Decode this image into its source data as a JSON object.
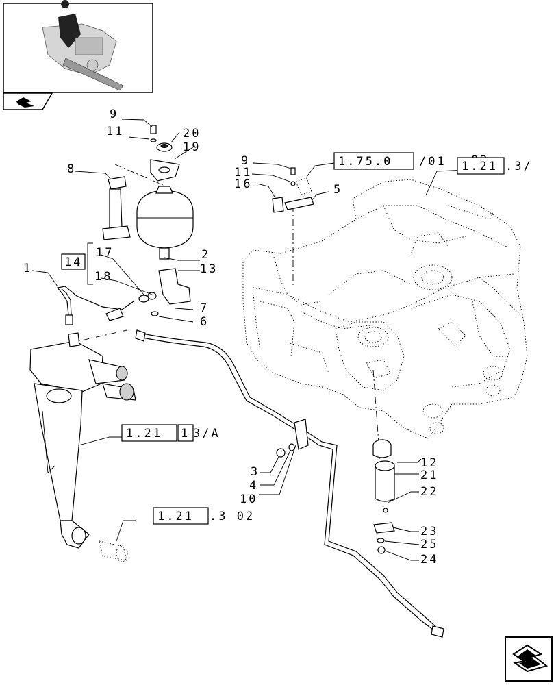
{
  "callouts": {
    "c1": "1",
    "c2": "2",
    "c3": "3",
    "c4": "4",
    "c5": "5",
    "c6": "6",
    "c7": "7",
    "c8": "8",
    "c9a": "9",
    "c9b": "9",
    "c10": "10",
    "c11a": "11",
    "c11b": "11",
    "c12": "12",
    "c13": "13",
    "c14": "14",
    "c16": "16",
    "c17": "17",
    "c18": "18",
    "c19": "19",
    "c20": "20",
    "c21": "21",
    "c22": "22",
    "c23": "23",
    "c24": "24",
    "c25": "25"
  },
  "references": {
    "r1": {
      "boxed": "1.75.0",
      "rest": "/01"
    },
    "r2": {
      "boxed": "1.21",
      "prefix": "02",
      "rest": ".3/"
    },
    "r3": {
      "boxed1": "1.21",
      "boxed2": "1",
      "rest": "3/A"
    },
    "r4": {
      "boxed": "1.21",
      "rest": ".3 02"
    }
  },
  "icons": {
    "thumbnail": "assembly-thumbnail-icon",
    "nav_small": "catalog-back-arrow-icon",
    "nav_large": "next-page-arrow-icon"
  }
}
